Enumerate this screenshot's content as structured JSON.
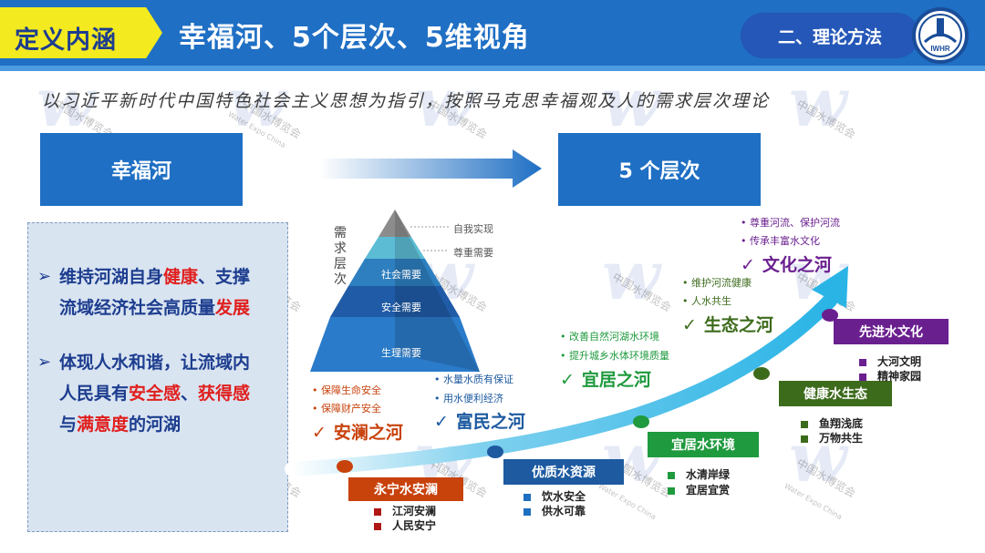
{
  "header": {
    "badge": "定义内涵",
    "title": "幸福河、5个层次、5维视角",
    "section": "二、理论方法",
    "logo_text": "IWHR"
  },
  "watermark": {
    "letter": "w",
    "text": "中国水博览会",
    "sub": "Water Expo China"
  },
  "subtitle": "以习近平新时代中国特色社会主义思想为指引，按照马克思幸福观及人的需求层次理论",
  "boxes": {
    "happy_river": "幸福河",
    "five_levels": "5 个层次"
  },
  "left_panel": {
    "item1": {
      "p1": "维持河湖自身",
      "p2": "健康",
      "p3": "、支撑",
      "p4": "流域经济社会高质量",
      "p5": "发展"
    },
    "item2": {
      "p1": "体现人水和谐，让流域内",
      "p2": "人民具有",
      "p3": "安全感",
      "p4": "、",
      "p5": "获得感",
      "p6": "与",
      "p7": "满意度",
      "p8": "的河湖"
    },
    "marker": "➢"
  },
  "pyramid": {
    "side_label": "需求层次",
    "levels": [
      "自我实现",
      "尊重需要",
      "社会需要",
      "安全需要",
      "生理需要"
    ],
    "colors": [
      "#8c8c8c",
      "#5cbcd4",
      "#2e7fc0",
      "#1f5ba6",
      "#2a7bc9"
    ]
  },
  "rivers": [
    {
      "title": "安澜之河",
      "color": "#c8420c",
      "bullets": [
        "保障生命安全",
        "保障财产安全"
      ]
    },
    {
      "title": "富民之河",
      "color": "#1d5aa0",
      "bullets": [
        "水量水质有保证",
        "用水便利经济"
      ]
    },
    {
      "title": "宜居之河",
      "color": "#1f9a3e",
      "bullets": [
        "改善自然河湖水环境",
        "提升城乡水体环境质量"
      ]
    },
    {
      "title": "生态之河",
      "color": "#3d6b1c",
      "bullets": [
        "维护河流健康",
        "人水共生"
      ]
    },
    {
      "title": "文化之河",
      "color": "#6a1f8f",
      "bullets": [
        "尊重河流、保护河流",
        "传承丰富水文化"
      ]
    }
  ],
  "levels": [
    {
      "label": "永宁水安澜",
      "color": "#c8420c",
      "sq": "#b01818",
      "items": [
        "江河安澜",
        "人民安宁"
      ]
    },
    {
      "label": "优质水资源",
      "color": "#1d5aa0",
      "sq": "#1d6fc0",
      "items": [
        "饮水安全",
        "供水可靠"
      ]
    },
    {
      "label": "宜居水环境",
      "color": "#1f9a3e",
      "sq": "#1f9a3e",
      "items": [
        "水清岸绿",
        "宜居宜赏"
      ]
    },
    {
      "label": "健康水生态",
      "color": "#3d6b1c",
      "sq": "#3d6b1c",
      "items": [
        "鱼翔浅底",
        "万物共生"
      ]
    },
    {
      "label": "先进水文化",
      "color": "#6a1f8f",
      "sq": "#6a1f8f",
      "items": [
        "大河文明",
        "精神家园"
      ]
    }
  ],
  "check": "✓",
  "bullet": "•"
}
